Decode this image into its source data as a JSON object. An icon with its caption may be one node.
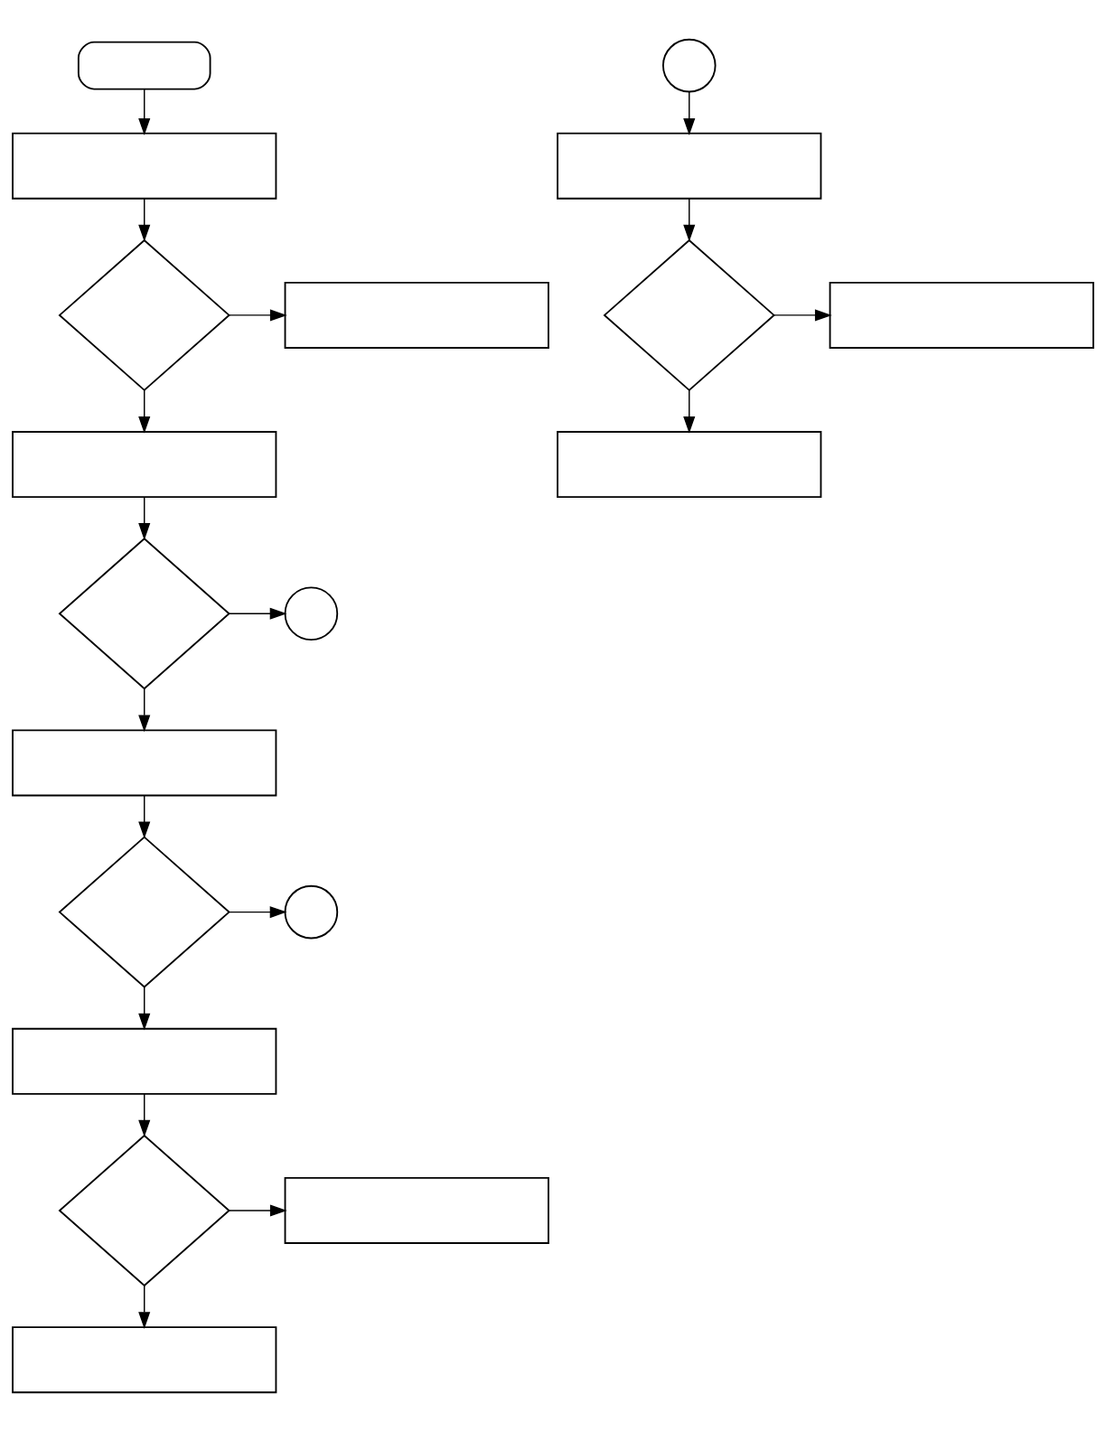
{
  "diagram": {
    "nodes": [
      {
        "text": [],
        "shape": "box"
      },
      {
        "text": [],
        "shape": "box"
      },
      {
        "text": [],
        "shape": "diamond"
      },
      {
        "text": [],
        "shape": "box"
      },
      {
        "text": [],
        "shape": "box"
      },
      {
        "text": [],
        "shape": "circle"
      },
      {
        "text": [],
        "shape": "circle"
      },
      {
        "text": [],
        "shape": "diamond"
      },
      {
        "text": [],
        "shape": "box"
      },
      {
        "text": [],
        "shape": "diamond"
      },
      {
        "text": [],
        "shape": "box"
      },
      {
        "text": [],
        "shape": "box"
      },
      {
        "text": [],
        "shape": "circle"
      },
      {
        "text": [],
        "shape": "diamond"
      },
      {
        "text": [],
        "shape": "box"
      },
      {
        "text": [],
        "shape": "box"
      },
      {
        "text": [],
        "shape": "box"
      },
      {
        "text": [],
        "shape": "diamond"
      },
      {
        "text": [],
        "shape": "box"
      }
    ],
    "edges": [
      {
        "from": 0,
        "to": 1,
        "arrow": "to"
      },
      {
        "from": 1,
        "to": 2,
        "arrow": "to"
      },
      {
        "from": 2,
        "to": 3,
        "arrow": "to"
      },
      {
        "from": 2,
        "to": 4,
        "arrow": "to"
      },
      {
        "from": 4,
        "to": 7,
        "arrow": "to"
      },
      {
        "from": 7,
        "to": 6,
        "arrow": "to"
      },
      {
        "from": 7,
        "to": 10,
        "arrow": "to"
      },
      {
        "from": 5,
        "to": 8,
        "arrow": "to"
      },
      {
        "from": 8,
        "to": 9,
        "arrow": "to"
      },
      {
        "from": 9,
        "to": 11,
        "arrow": "to"
      },
      {
        "from": 9,
        "to": 14,
        "arrow": "to"
      },
      {
        "from": 10,
        "to": 13,
        "arrow": "to"
      },
      {
        "from": 13,
        "to": 12,
        "arrow": "to"
      },
      {
        "from": 13,
        "to": 15,
        "arrow": "to"
      },
      {
        "from": 15,
        "to": 17,
        "arrow": "to"
      },
      {
        "from": 17,
        "to": 16,
        "arrow": "to"
      },
      {
        "from": 17,
        "to": 18,
        "arrow": "to"
      }
    ]
  }
}
